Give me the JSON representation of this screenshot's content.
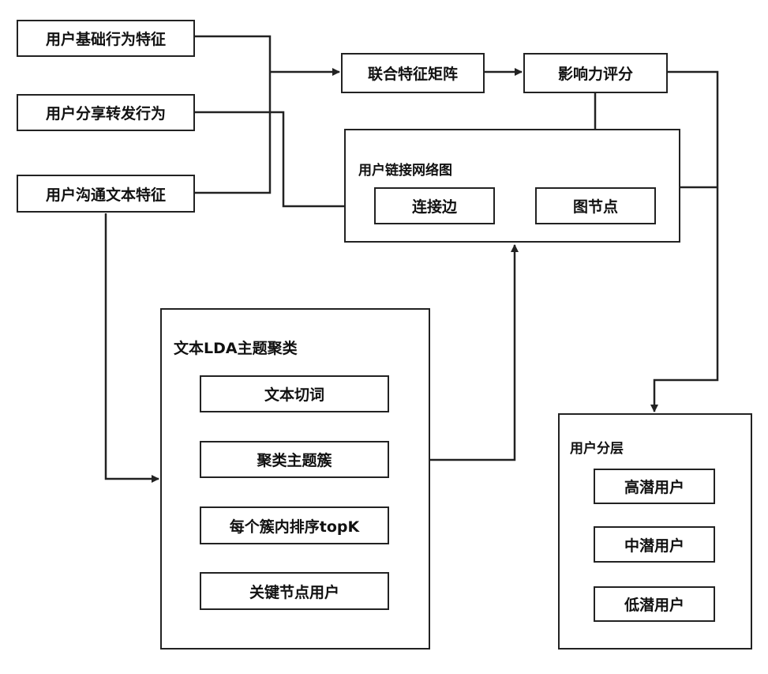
{
  "inputs": {
    "basic_behavior": "用户基础行为特征",
    "share_forward": "用户分享转发行为",
    "comm_text": "用户沟通文本特征"
  },
  "pipeline": {
    "joint_matrix": "联合特征矩阵",
    "influence_score": "影响力评分"
  },
  "network": {
    "title": "用户链接网络图",
    "edge": "连接边",
    "node": "图节点"
  },
  "lda": {
    "title": "文本LDA主题聚类",
    "steps": [
      "文本切词",
      "聚类主题簇",
      "每个簇内排序topK",
      "关键节点用户"
    ]
  },
  "layering": {
    "title": "用户分层",
    "levels": [
      "高潜用户",
      "中潜用户",
      "低潜用户"
    ]
  }
}
